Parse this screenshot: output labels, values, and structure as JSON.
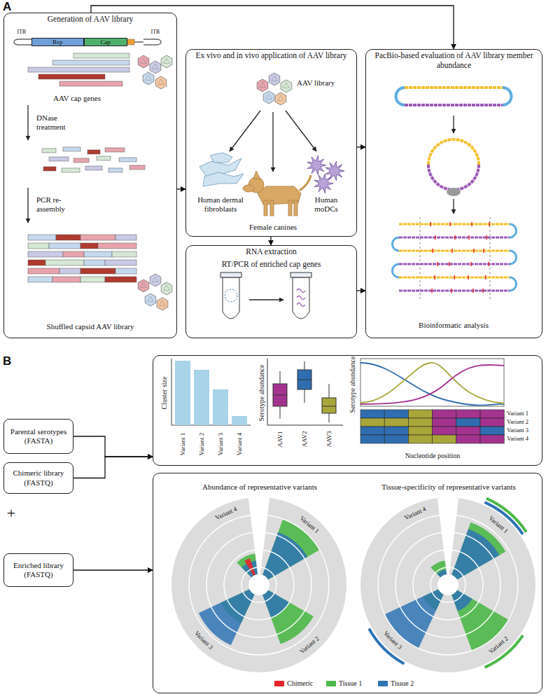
{
  "diagram": {
    "nodes": [
      {
        "text": [
          "Generation of AAV library"
        ]
      },
      {
        "text": [
          "Rep"
        ],
        "in": 0
      },
      {
        "text": [
          "Cap"
        ],
        "in": 0
      },
      {
        "text": [
          "Ex vivo and in vivo application of AAV library"
        ]
      },
      {
        "text": [
          "PacBio-based evaluation of AAV library member abundance"
        ]
      },
      {
        "text": [
          "RNA extraction",
          "RT/PCR of enriched cap genes"
        ]
      },
      {
        "text": [
          "Parental serotypes (FASTA)"
        ]
      },
      {
        "text": [
          "Chimeric library (FASTQ)"
        ]
      },
      {
        "text": [
          "Enriched library (FASTQ)"
        ]
      },
      {
        "text": [
          "Cluster size",
          "Serotype abundance",
          "Serotype abundance",
          "Nucleotide position"
        ]
      },
      {
        "text": [
          "Abundance of representative variants",
          "Tissue-specificity of representative variants"
        ]
      }
    ],
    "edges": [
      {
        "from": 0,
        "to": 4,
        "arrow": "to"
      },
      {
        "from": 0,
        "to": 3,
        "arrow": "to"
      },
      {
        "from": 3,
        "to": 4,
        "arrow": "to"
      },
      {
        "from": 3,
        "to": 5,
        "arrow": "to"
      },
      {
        "from": 5,
        "to": 4,
        "arrow": "to"
      },
      {
        "from": 6,
        "to": 9,
        "arrow": "to"
      },
      {
        "from": 7,
        "to": 9,
        "arrow": "to"
      },
      {
        "from": 8,
        "to": 10,
        "arrow": "to"
      }
    ],
    "labels": [
      "A",
      "ITR",
      "ITR",
      "AAV cap genes",
      "DNase treatment",
      "PCR re-assembly",
      "Shuffled capsid AAV library",
      "AAV library",
      "Human dermal fibroblasts",
      "Female canines",
      "Human moDCs",
      "Bioinformatic analysis",
      "B",
      "+",
      "Variant 1",
      "Variant 2",
      "Variant 3",
      "Variant 4",
      "AAV1",
      "AAV2",
      "AAV3",
      "Variant 1",
      "Variant 2",
      "Variant 3",
      "Variant 4",
      "Variant 1",
      "Variant 2",
      "Variant 3",
      "Variant 4",
      "Variant 1",
      "Variant 2",
      "Variant 3",
      "Variant 4"
    ],
    "legend": [
      {
        "text": "Chimeric",
        "color": "#e8262b"
      },
      {
        "text": "Tissue 1",
        "color": "#4db848"
      },
      {
        "text": "Tissue 2",
        "color": "#2f74b5"
      }
    ]
  }
}
